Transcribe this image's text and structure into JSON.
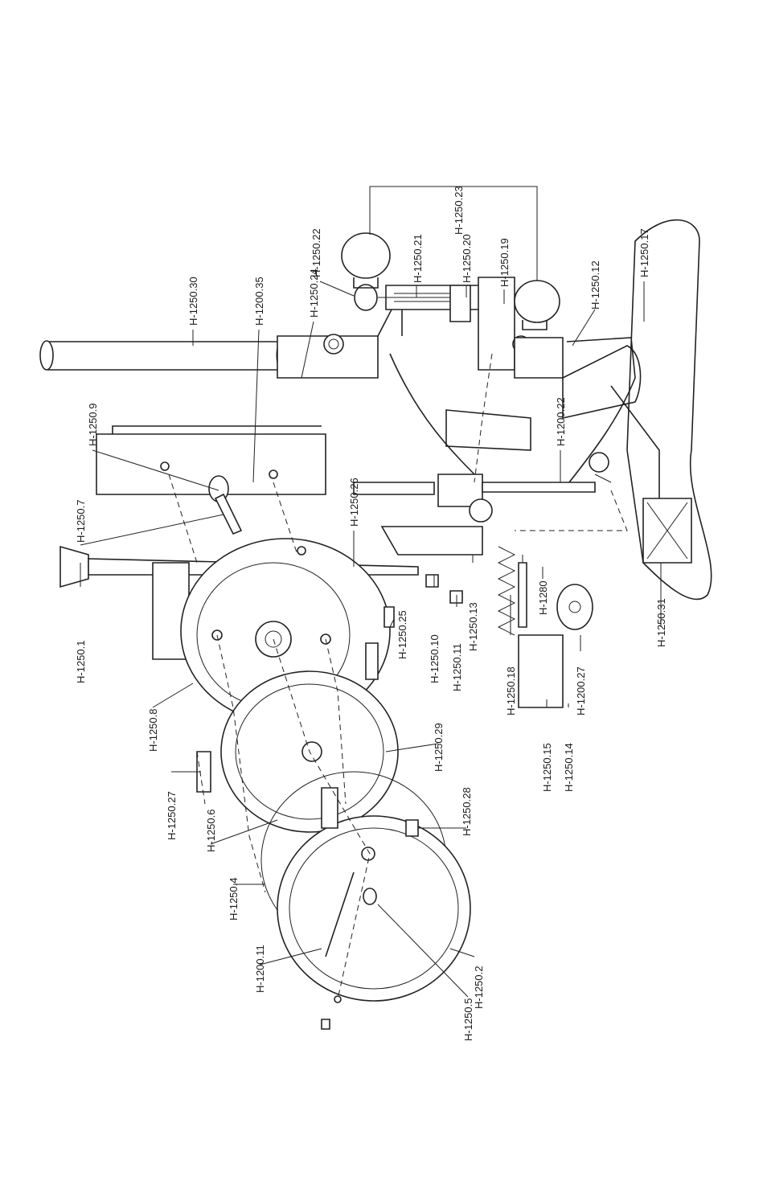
{
  "diagram": {
    "labels": [
      {
        "id": "H-1250.23",
        "text": "H-1250.23"
      },
      {
        "id": "H-1250.22",
        "text": "H-1250.22"
      },
      {
        "id": "H-1250.21",
        "text": "H-1250.21"
      },
      {
        "id": "H-1250.20",
        "text": "H-1250.20"
      },
      {
        "id": "H-1250.19",
        "text": "H-1250.19"
      },
      {
        "id": "H-1250.30",
        "text": "H-1250.30"
      },
      {
        "id": "H-1200.35",
        "text": "H-1200.35"
      },
      {
        "id": "H-1250.24",
        "text": "H-1250.24"
      },
      {
        "id": "H-1250.17",
        "text": "H-1250.17"
      },
      {
        "id": "H-1250.12",
        "text": "H-1250.12"
      },
      {
        "id": "H-1200.22",
        "text": "H-1200.22"
      },
      {
        "id": "H-1250.9",
        "text": "H-1250.9"
      },
      {
        "id": "H-1250.7",
        "text": "H-1250.7"
      },
      {
        "id": "H-1250.26",
        "text": "H-1250.26"
      },
      {
        "id": "H-1250.1",
        "text": "H-1250.1"
      },
      {
        "id": "H-1250.25",
        "text": "H-1250.25"
      },
      {
        "id": "H-1250.10",
        "text": "H-1250.10"
      },
      {
        "id": "H-1250.11",
        "text": "H-1250.11"
      },
      {
        "id": "H-1250.13",
        "text": "H-1250.13"
      },
      {
        "id": "H-1280",
        "text": "H-1280"
      },
      {
        "id": "H-1250.31",
        "text": "H-1250.31"
      },
      {
        "id": "H-1250.18",
        "text": "H-1250.18"
      },
      {
        "id": "H-1200.27",
        "text": "H-1200.27"
      },
      {
        "id": "H-1250.8",
        "text": "H-1250.8"
      },
      {
        "id": "H-1250.29",
        "text": "H-1250.29"
      },
      {
        "id": "H-1250.15",
        "text": "H-1250.15"
      },
      {
        "id": "H-1250.14",
        "text": "H-1250.14"
      },
      {
        "id": "H-1250.27",
        "text": "H-1250.27"
      },
      {
        "id": "H-1250.6",
        "text": "H-1250.6"
      },
      {
        "id": "H-1250.28",
        "text": "H-1250.28"
      },
      {
        "id": "H-1250.4",
        "text": "H-1250.4"
      },
      {
        "id": "H-1200.11",
        "text": "H-1200.11"
      },
      {
        "id": "H-1250.2",
        "text": "H-1250.2"
      },
      {
        "id": "H-1250.5",
        "text": "H-1250.5"
      }
    ]
  }
}
